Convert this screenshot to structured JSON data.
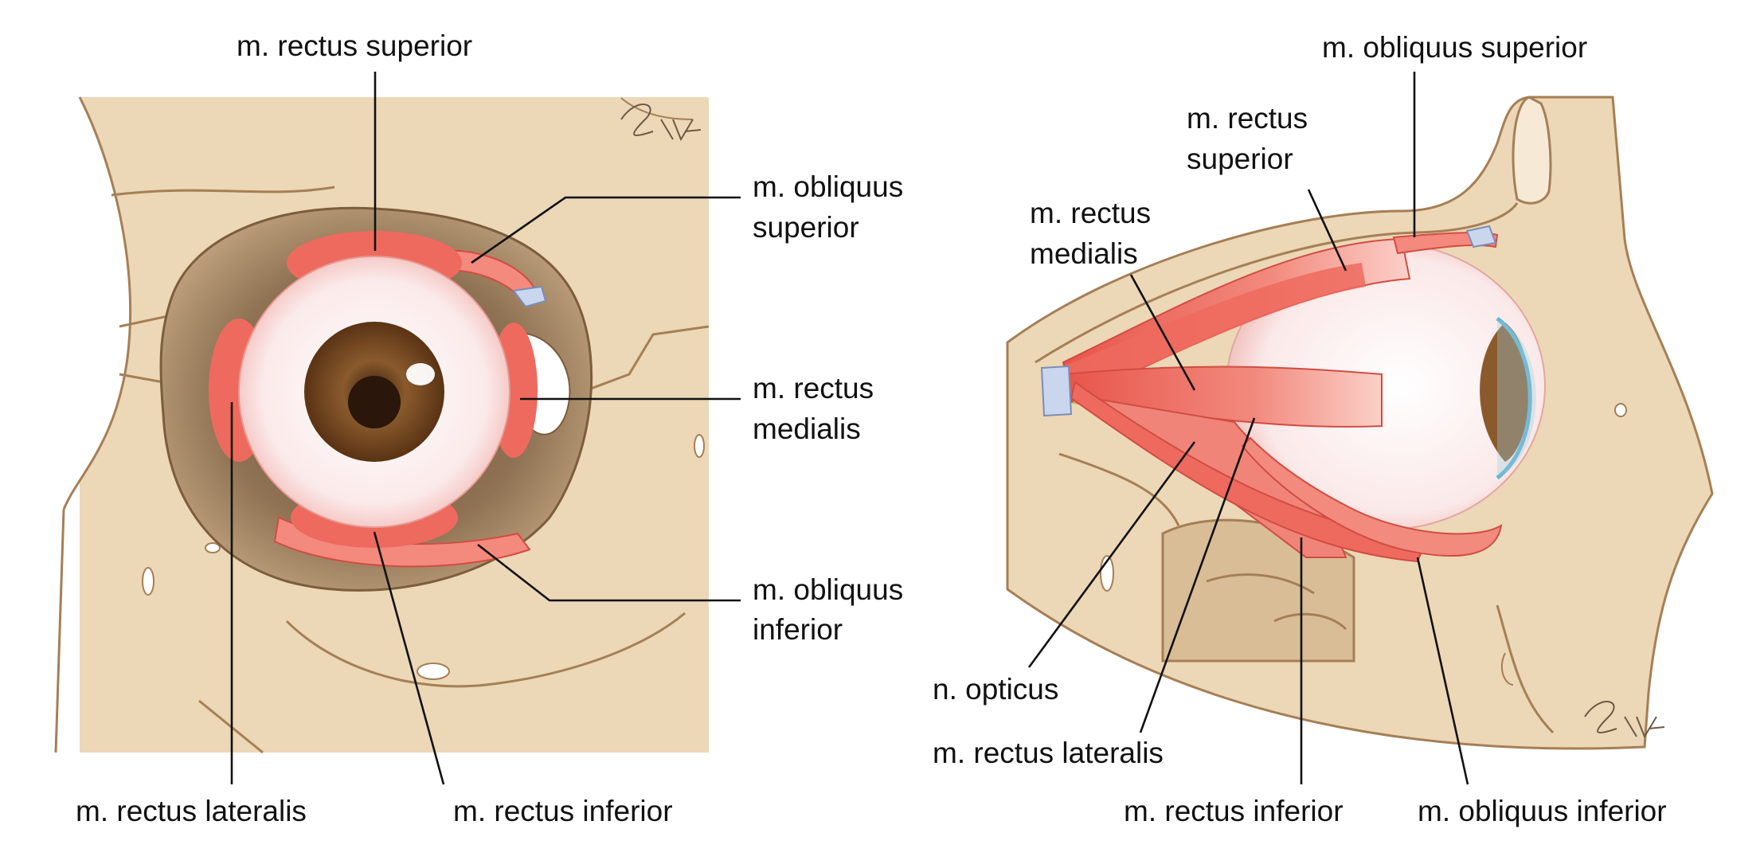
{
  "left_figure": {
    "labels": {
      "rectus_superior": "m. rectus superior",
      "obliquus_superior_1": "m. obliquus",
      "obliquus_superior_2": "superior",
      "rectus_medialis_1": "m. rectus",
      "rectus_medialis_2": "medialis",
      "obliquus_inferior_1": "m. obliquus",
      "obliquus_inferior_2": "inferior",
      "rectus_lateralis": "m. rectus lateralis",
      "rectus_inferior": "m. rectus inferior"
    }
  },
  "right_figure": {
    "labels": {
      "obliquus_superior": "m. obliquus superior",
      "rectus_superior_1": "m. rectus",
      "rectus_superior_2": "superior",
      "rectus_medialis_1": "m. rectus",
      "rectus_medialis_2": "medialis",
      "opticus": "n. opticus",
      "rectus_lateralis": "m. rectus lateralis",
      "rectus_inferior": "m. rectus inferior",
      "obliquus_inferior": "m. obliquus inferior"
    }
  },
  "colors": {
    "bone": "#ecd7b6",
    "bone_dark": "#a57f56",
    "orbit_shadow": "#a88b68",
    "muscle": "#ee6a5e",
    "muscle_light": "#f7a79c",
    "sclera": "#fbeeee",
    "iris": "#7a4a22",
    "pupil": "#2a160a",
    "tendon": "#c9d6ee",
    "cornea": "#9fd0df",
    "optic_nerve": "#f3e46b"
  }
}
